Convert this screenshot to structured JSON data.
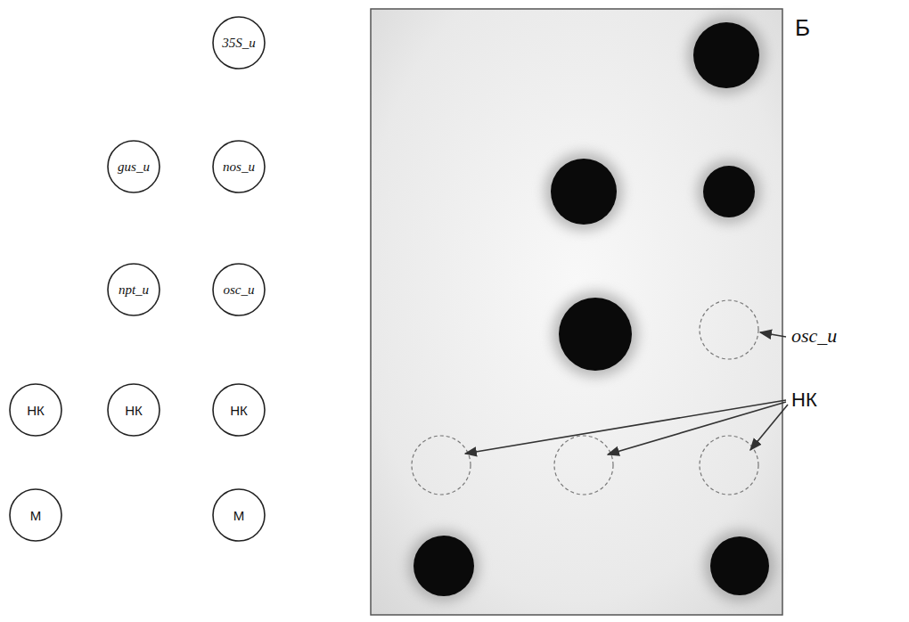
{
  "diagram": {
    "nodes": [
      {
        "text": [
          "35S_и"
        ]
      },
      {
        "text": [
          "gus_и"
        ]
      },
      {
        "text": [
          "nos_и"
        ]
      },
      {
        "text": [
          "npt_и"
        ]
      },
      {
        "text": [
          "osc_и"
        ]
      },
      {
        "text": [
          "НК"
        ]
      },
      {
        "text": [
          "НК"
        ]
      },
      {
        "text": [
          "НК"
        ]
      },
      {
        "text": [
          "М"
        ]
      },
      {
        "text": [
          "М"
        ]
      }
    ],
    "labels": [
      "Б",
      "osc_и",
      "НК"
    ]
  }
}
